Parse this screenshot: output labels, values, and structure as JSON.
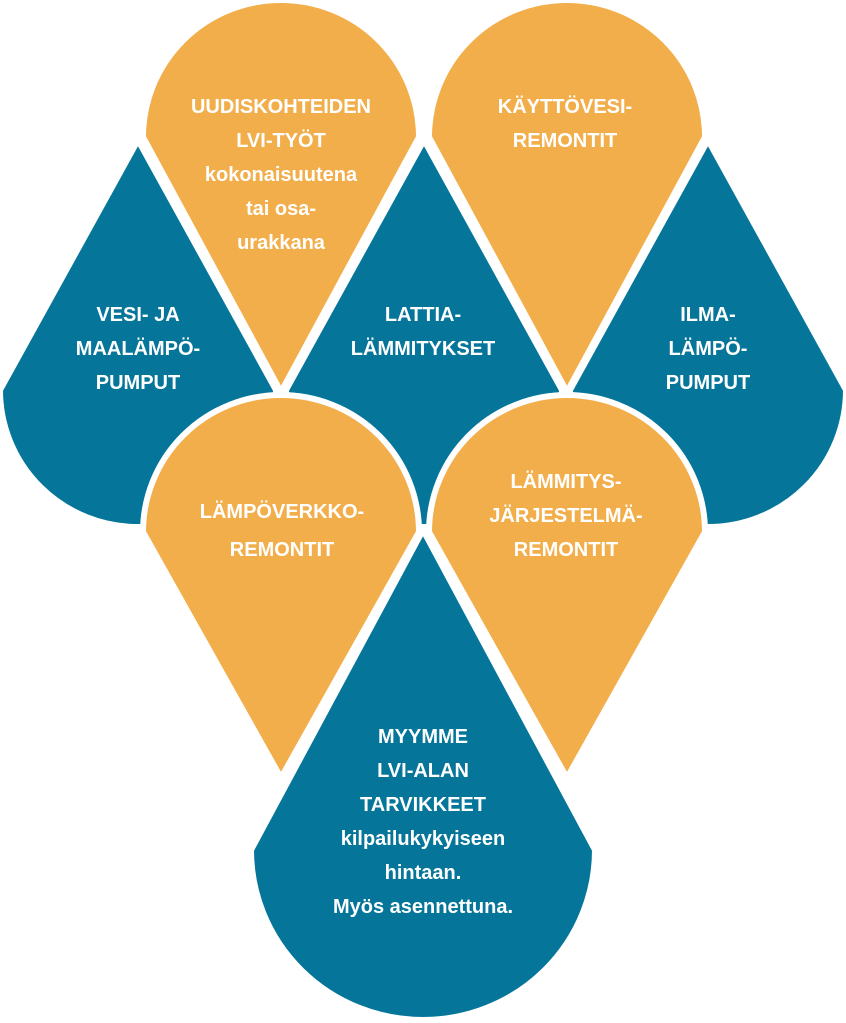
{
  "colors": {
    "orange": "#F2AE4A",
    "teal": "#05769A",
    "outline": "#FFFFFF"
  },
  "drops": {
    "uudiskohteiden": [
      "UUDISKOHTEIDEN",
      "LVI-TYÖT",
      "kokonaisuutena",
      "tai osa-",
      "urakkana"
    ],
    "kayttovesi": [
      "KÄYTTÖVESI-",
      "REMONTIT"
    ],
    "vesi_maalampo": [
      "VESI- JA",
      "MAALÄMPÖ-",
      "PUMPUT"
    ],
    "lattia": [
      "LATTIA-",
      "LÄMMITYKSET"
    ],
    "ilmalampo": [
      "ILMA-",
      "LÄMPÖ-",
      "PUMPUT"
    ],
    "lampoverkko": [
      "LÄMPÖVERKKO-",
      "REMONTIT"
    ],
    "lammitysjarjestelma": [
      "LÄMMITYS-",
      "JÄRJESTELMÄ-",
      "REMONTIT"
    ],
    "myymme": [
      "MYYMME",
      "LVI-ALAN",
      "TARVIKKEET",
      "kilpailukykyiseen",
      "hintaan.",
      "Myös asennettuna."
    ]
  }
}
